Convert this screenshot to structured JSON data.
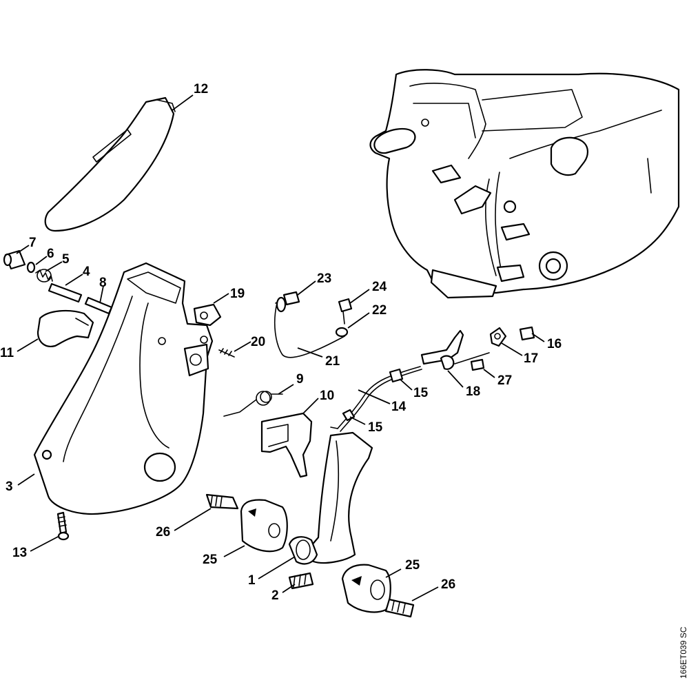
{
  "drawing_code": "166ET039 SC",
  "callouts": {
    "p1": "1",
    "p2": "2",
    "p3": "3",
    "p4": "4",
    "p5": "5",
    "p6": "6",
    "p7": "7",
    "p8": "8",
    "p9": "9",
    "p10": "10",
    "p11": "11",
    "p12": "12",
    "p13": "13",
    "p14": "14",
    "p15a": "15",
    "p15b": "15",
    "p16": "16",
    "p17": "17",
    "p18": "18",
    "p19": "19",
    "p20": "20",
    "p21": "21",
    "p22": "22",
    "p23": "23",
    "p24": "24",
    "p25a": "25",
    "p25b": "25",
    "p26a": "26",
    "p26b": "26",
    "p27": "27"
  }
}
